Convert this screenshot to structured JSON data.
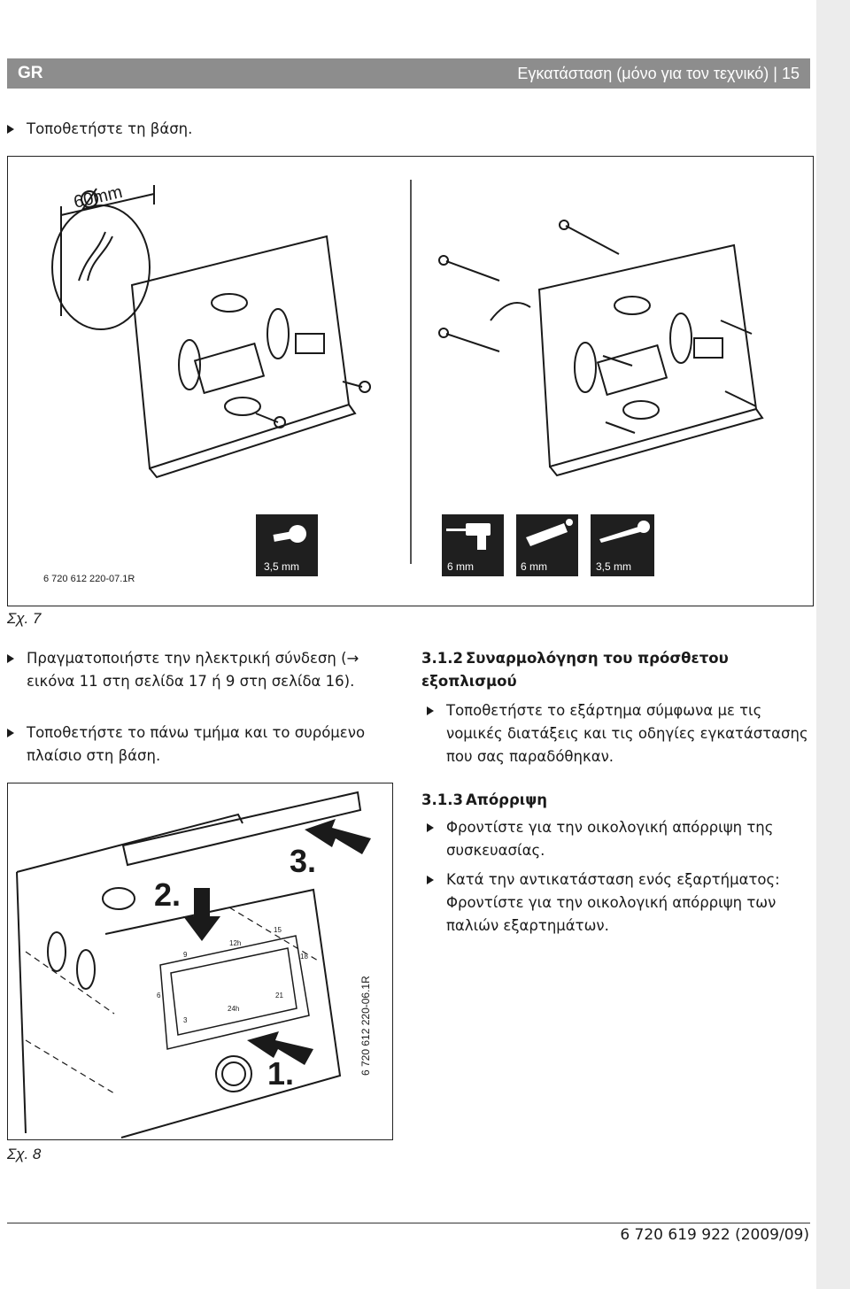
{
  "header": {
    "lang": "GR",
    "title": "Εγκατάσταση (μόνο για τον τεχνικό) | 15"
  },
  "step_mount_base": "Τοποθετήστε τη βάση.",
  "figure7": {
    "dimension": "60mm",
    "code": "6 720 612 220-07.1R",
    "tools": [
      {
        "icon": "screw-icon",
        "label": "3,5 mm"
      },
      {
        "icon": "drill-icon",
        "label": "6 mm"
      },
      {
        "icon": "wall-plug-icon",
        "label": "6 mm"
      },
      {
        "icon": "wood-screw-icon",
        "label": "3,5 mm"
      }
    ],
    "caption": "Σχ. 7"
  },
  "steps_left": [
    {
      "text": "Πραγματοποιήστε την ηλεκτρική σύνδεση (→ εικόνα 11 στη σελίδα 17 ή 9 στη σελίδα 16)."
    },
    {
      "text": "Τοποθετήστε το πάνω τμήμα και το συρόμενο πλαίσιο στη βάση."
    }
  ],
  "figure8": {
    "labels": [
      "1.",
      "2.",
      "3."
    ],
    "code": "6 720 612 220-06.1R",
    "dial": [
      "9",
      "12h",
      "15",
      "18",
      "21",
      "24h",
      "3",
      "6"
    ],
    "caption": "Σχ. 8"
  },
  "section_312": {
    "number": "3.1.2",
    "title": "Συναρμολόγηση του πρόσθετου εξοπλισμού",
    "bullets": [
      "Τοποθετήστε το εξάρτημα σύμφωνα με τις νομικές διατάξεις και τις οδηγίες εγκατάστασης που σας παραδόθηκαν."
    ]
  },
  "section_313": {
    "number": "3.1.3",
    "title": "Απόρριψη",
    "bullets": [
      "Φροντίστε για την οικολογική απόρριψη της συσκευασίας.",
      "Κατά την αντικατάσταση ενός εξαρτήματος: Φροντίστε για την οικολογική απόρριψη των παλιών εξαρτημάτων."
    ]
  },
  "footer": "6 720 619 922 (2009/09)"
}
